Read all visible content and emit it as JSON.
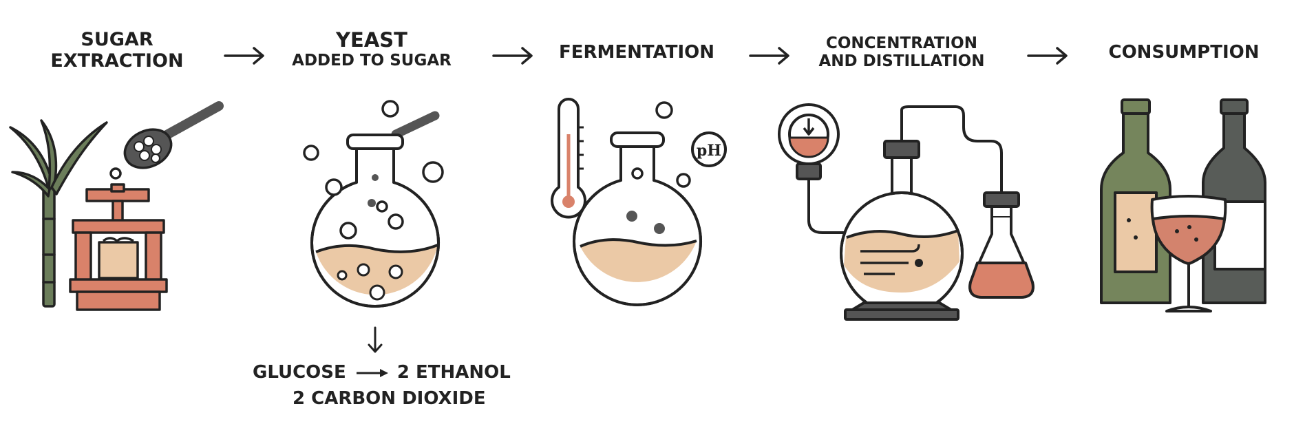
{
  "steps": [
    {
      "line1": "SUGAR",
      "line2": "EXTRACTION"
    },
    {
      "line1": "YEAST",
      "line2": "ADDED TO SUGAR"
    },
    {
      "line1": "FERMENTATION",
      "line2": ""
    },
    {
      "line1": "CONCENTRATION",
      "line2": "AND DISTILLATION"
    },
    {
      "line1": "CONSUMPTION",
      "line2": ""
    }
  ],
  "equation": {
    "reactant": "GLUCOSE",
    "product1": "2 ETHANOL",
    "product2": "2 CARBON DIOXIDE"
  },
  "ph_label": "pH",
  "colors": {
    "ink": "#222222",
    "cane_green": "#6b7d5a",
    "terracotta": "#d9826a",
    "liquid_tan": "#ebc9a6",
    "bottle_green": "#75855c",
    "bottle_dark": "#585c58",
    "wine_red": "#d3836d"
  },
  "icons": [
    "sugarcane-icon",
    "press-icon",
    "spoon-icon",
    "flask-icon",
    "thermometer-icon",
    "ph-meter-icon",
    "gauge-icon",
    "distillation-flask-icon",
    "wine-bottle-icon",
    "wine-glass-icon"
  ]
}
